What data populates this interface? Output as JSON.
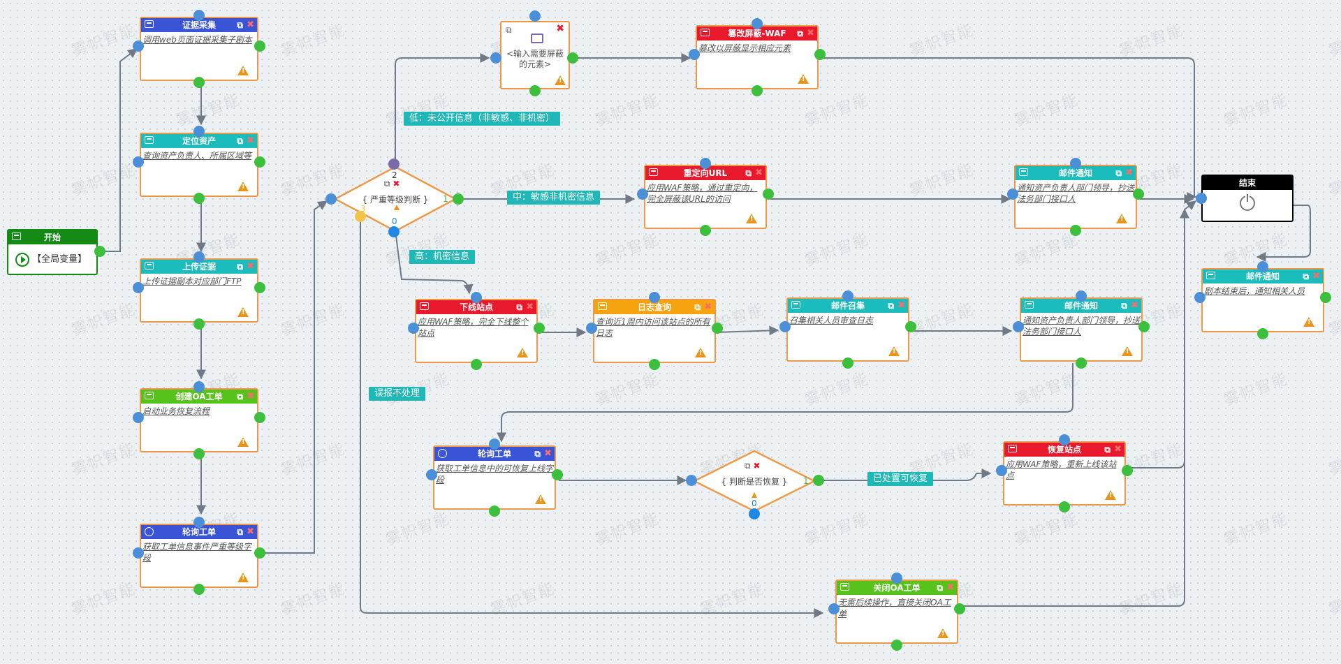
{
  "watermark": "雾帜智能",
  "start": {
    "title": "开始",
    "body": "【全局变量】"
  },
  "end": {
    "title": "结束"
  },
  "nodes": {
    "collect": {
      "title": "证据采集",
      "body": "调用web页面证据采集子剧本"
    },
    "locate": {
      "title": "定位资产",
      "body": "查询资产负责人、所属区域等"
    },
    "upload": {
      "title": "上传证据",
      "body": "上传证据副本对应部门FTP"
    },
    "oa": {
      "title": "创建OA工单",
      "body": "启动业务恢复流程"
    },
    "poll1": {
      "title": "轮询工单",
      "body": "获取工单信息事件严重等级字段"
    },
    "input": {
      "body": "<输入需要屏蔽的元素>"
    },
    "tamper": {
      "title": "篡改屏蔽-WAF",
      "body": "篡改以屏蔽显示相应元素"
    },
    "redirect": {
      "title": "重定向URL",
      "body": "应用WAF策略，通过重定向，完全屏蔽该URL的访问"
    },
    "mail1": {
      "title": "邮件通知",
      "body": "通知资产负责人部门领导，抄送法务部门接口人"
    },
    "offline": {
      "title": "下线站点",
      "body": "应用WAF策略，完全下线整个站点"
    },
    "log": {
      "title": "日志查询",
      "body": "查询近1周内访问该站点的所有日志"
    },
    "recall": {
      "title": "邮件召集",
      "body": "召集相关人员审查日志"
    },
    "mail2": {
      "title": "邮件通知",
      "body": "通知资产负责人部门领导，抄送法务部门接口人"
    },
    "poll2": {
      "title": "轮询工单",
      "body": "获取工单信息中的可恢复上线字段"
    },
    "restore": {
      "title": "恢复站点",
      "body": "应用WAF策略，重新上线该站点"
    },
    "closeoa": {
      "title": "关闭OA工单",
      "body": "无需后续操作，直接关闭OA工单"
    },
    "mail3": {
      "title": "邮件通知",
      "body": "剧本结束后，通知相关人员"
    }
  },
  "decisions": {
    "severity": {
      "text": "{ 严重等级判断 }",
      "n2": "2",
      "n1": "1",
      "n3": "3",
      "n0": "0"
    },
    "recover": {
      "text": "{ 判断是否恢复 }",
      "n1": "1",
      "n0": "0"
    }
  },
  "edge_labels": {
    "low": "低：未公开信息（非敏感、非机密）",
    "mid": "中：敏感非机密信息",
    "high": "高：机密信息",
    "false": "误报不处理",
    "recoverable": "已处置可恢复"
  },
  "colors": {
    "blue": "#3a54d8",
    "teal": "#1bbcbc",
    "green": "#58c21c",
    "red": "#e8192c",
    "orange": "#f5a30e",
    "black": "#000000",
    "start": "#138a13"
  }
}
